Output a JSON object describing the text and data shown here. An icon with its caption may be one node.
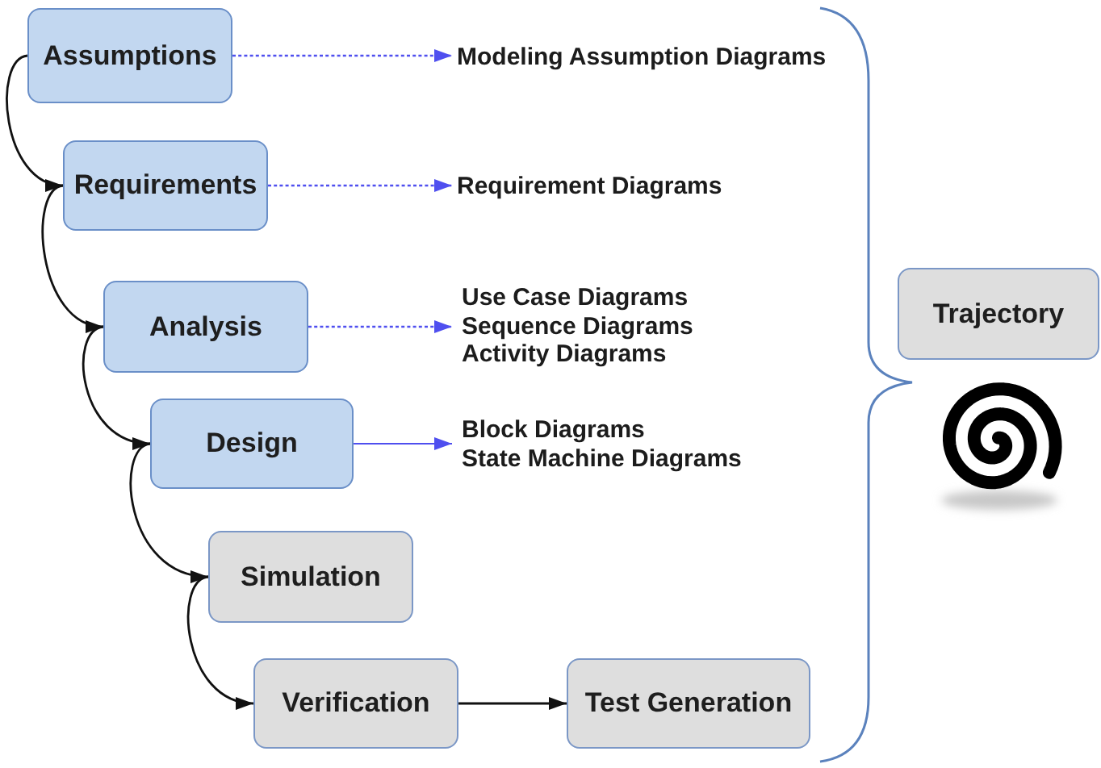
{
  "diagram": {
    "nodes": [
      {
        "text": [
          "Assumptions"
        ]
      },
      {
        "text": [
          "Modeling Assumption Diagrams"
        ]
      },
      {
        "text": [
          "Requirements"
        ]
      },
      {
        "text": [
          "Requirement Diagrams"
        ]
      },
      {
        "text": [
          "Analysis"
        ]
      },
      {
        "text": [
          "Use Case Diagrams",
          "Sequence Diagrams",
          "Activity Diagrams"
        ]
      },
      {
        "text": [
          "Design"
        ]
      },
      {
        "text": [
          "Block Diagrams",
          "State Machine Diagrams"
        ]
      },
      {
        "text": [
          "Simulation"
        ]
      },
      {
        "text": [
          "Verification"
        ]
      },
      {
        "text": [
          "Test Generation"
        ]
      },
      {
        "text": [
          "Trajectory"
        ]
      }
    ],
    "edges": [
      {
        "from": 0,
        "to": 1,
        "arrow": "to",
        "style": "dashed",
        "color": "#4f4fef"
      },
      {
        "from": 0,
        "to": 2,
        "arrow": "to"
      },
      {
        "from": 2,
        "to": 3,
        "arrow": "to",
        "style": "dashed",
        "color": "#4f4fef"
      },
      {
        "from": 2,
        "to": 4,
        "arrow": "to"
      },
      {
        "from": 4,
        "to": 5,
        "arrow": "to",
        "style": "dashed",
        "color": "#4f4fef"
      },
      {
        "from": 4,
        "to": 6,
        "arrow": "to"
      },
      {
        "from": 6,
        "to": 7,
        "arrow": "to",
        "color": "#4f4fef"
      },
      {
        "from": 6,
        "to": 8,
        "arrow": "to"
      },
      {
        "from": 8,
        "to": 9,
        "arrow": "to"
      },
      {
        "from": 9,
        "to": 10,
        "arrow": "to"
      }
    ]
  }
}
